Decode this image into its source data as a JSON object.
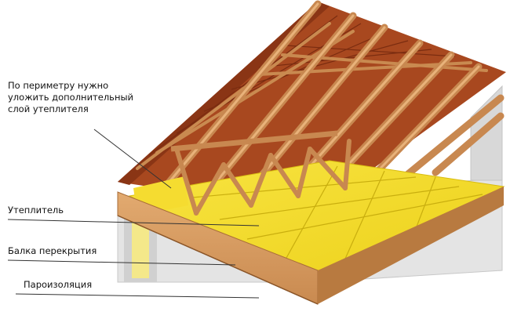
{
  "callouts": {
    "perimeter_note": "По периметру нужно уложить дополнительный слой утеплителя",
    "insulation": "Утеплитель",
    "floor_beam": "Балка перекрытия",
    "vapor_barrier": "Пароизоляция"
  },
  "colors": {
    "wood": "#d99a60",
    "wood_dark": "#b07040",
    "roof_tile": "#a8481f",
    "insulation": "#f2d81e",
    "wall": "#e6e6e6",
    "leader_line": "#333333"
  }
}
